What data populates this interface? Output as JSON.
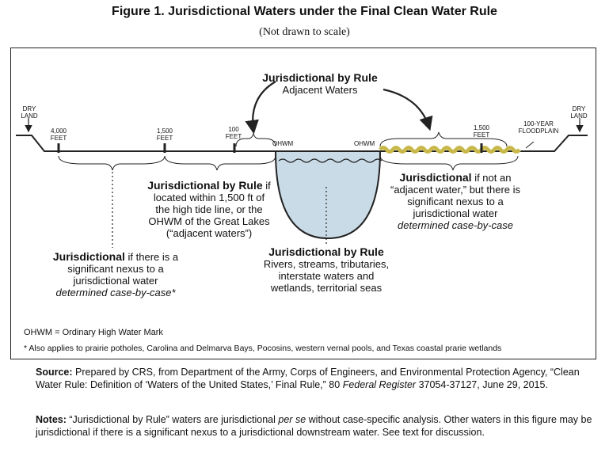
{
  "title": "Figure 1. Jurisdictional Waters under the Final Clean Water Rule",
  "subtitle": "(Not drawn to scale)",
  "labels": {
    "dry_land": "DRY LAND",
    "d4000": "4,000 FEET",
    "d1500_left": "1,500 FEET",
    "d100": "100 FEET",
    "ohwm": "OHWM",
    "d1500_right": "1,500 FEET",
    "floodplain": "100-YEAR FLOODPLAIN"
  },
  "top_rule": {
    "heading": "Jurisdictional by Rule",
    "sub": "Adjacent Waters"
  },
  "left_rule": {
    "heading": "Jurisdictional by Rule",
    "lines": [
      "if",
      "located within 1,500 ft of",
      "the high tide line, or the",
      "OHWM of the Great Lakes",
      "(“adjacent waters”)"
    ]
  },
  "left_case": {
    "heading": "Jurisdictional",
    "lines": [
      "if there is a",
      "significant nexus to a",
      "jurisdictional water"
    ],
    "italic": "determined case-by-case*"
  },
  "center_rule": {
    "heading": "Jurisdictional by Rule",
    "lines": [
      "Rivers, streams, tributaries,",
      "interstate waters and",
      "wetlands, territorial seas"
    ]
  },
  "right_case": {
    "heading": "Jurisdictional",
    "lines": [
      "if not an",
      "“adjacent water,” but there is",
      "significant nexus to a",
      "jurisdictional water"
    ],
    "italic": "determined case-by-case"
  },
  "legend": "OHWM = Ordinary High Water Mark",
  "footnote": "* Also applies to prairie potholes, Carolina and Delmarva Bays, Pocosins, western vernal pools, and Texas coastal prarie wetlands",
  "source": {
    "label": "Source:",
    "text1": "Prepared by CRS, from Department of the Army, Corps of Engineers, and Environmental Protection Agency, “Clean Water Rule: Definition of ‘Waters of the United States,’ Final Rule,” 80",
    "italic": "Federal Register",
    "text2": "37054-37127, June 29, 2015."
  },
  "notes": {
    "label": "Notes:",
    "text1": "“Jurisdictional by Rule” waters are jurisdictional",
    "italic": "per se",
    "text2": "without case-specific analysis. Other waters in this figure may be jurisdictional if there is a significant nexus to a jurisdictional downstream water. See text for discussion."
  },
  "colors": {
    "water": "#c9dbe6",
    "wetland": "#d8cf8a",
    "ink": "#222222"
  }
}
